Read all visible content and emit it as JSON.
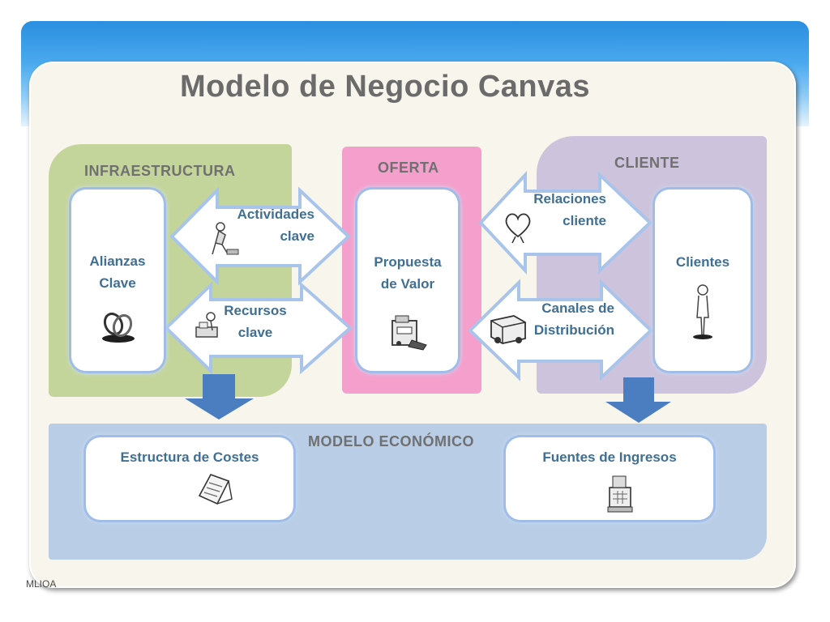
{
  "title": "Modelo de Negocio Canvas",
  "sections": {
    "infraestructura": "INFRAESTRUCTURA",
    "oferta": "OFERTA",
    "cliente": "CLIENTE",
    "modelo_economico": "MODELO ECONÓMICO"
  },
  "boxes": {
    "alianzas": [
      "Alianzas",
      "Clave"
    ],
    "propuesta": [
      "Propuesta",
      "de Valor"
    ],
    "clientes": [
      "Clientes"
    ],
    "costes": [
      "Estructura de Costes"
    ],
    "ingresos": [
      "Fuentes de Ingresos"
    ]
  },
  "arrows": {
    "actividades": [
      "Actividades",
      "clave"
    ],
    "recursos": [
      "Recursos",
      "clave"
    ],
    "relaciones": [
      "Relaciones",
      "cliente"
    ],
    "canales": [
      "Canales de",
      "Distribución"
    ]
  },
  "footer": "MLIOA",
  "colors": {
    "infraestructura": "#c4d59b",
    "oferta": "#f59fcc",
    "cliente": "#cdc3dc",
    "modelo_economico": "#b9cde6",
    "box_text": "#3f6f94",
    "down_arrow": "#4a7ec0"
  }
}
